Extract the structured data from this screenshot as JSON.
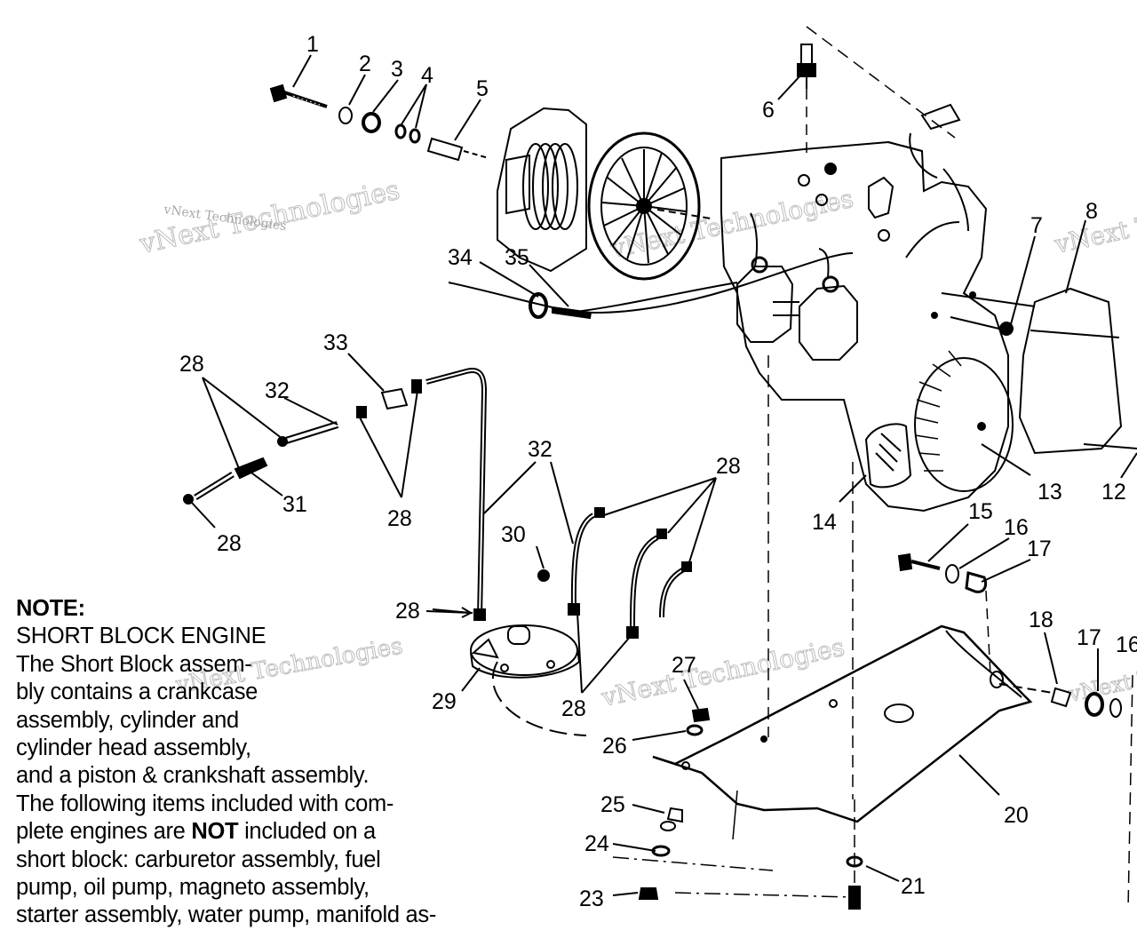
{
  "callouts": [
    {
      "id": "c1",
      "text": "1"
    },
    {
      "id": "c2",
      "text": "2"
    },
    {
      "id": "c3",
      "text": "3"
    },
    {
      "id": "c4",
      "text": "4"
    },
    {
      "id": "c5",
      "text": "5"
    },
    {
      "id": "c6",
      "text": "6"
    },
    {
      "id": "c7",
      "text": "7"
    },
    {
      "id": "c8",
      "text": "8"
    },
    {
      "id": "c12",
      "text": "12"
    },
    {
      "id": "c13",
      "text": "13"
    },
    {
      "id": "c14",
      "text": "14"
    },
    {
      "id": "c15",
      "text": "15"
    },
    {
      "id": "c16a",
      "text": "16"
    },
    {
      "id": "c16b",
      "text": "16"
    },
    {
      "id": "c17a",
      "text": "17"
    },
    {
      "id": "c17b",
      "text": "17"
    },
    {
      "id": "c18",
      "text": "18"
    },
    {
      "id": "c20",
      "text": "20"
    },
    {
      "id": "c21",
      "text": "21"
    },
    {
      "id": "c23",
      "text": "23"
    },
    {
      "id": "c24",
      "text": "24"
    },
    {
      "id": "c25",
      "text": "25"
    },
    {
      "id": "c26",
      "text": "26"
    },
    {
      "id": "c27",
      "text": "27"
    },
    {
      "id": "c28a",
      "text": "28"
    },
    {
      "id": "c28b",
      "text": "28"
    },
    {
      "id": "c28c",
      "text": "28"
    },
    {
      "id": "c28d",
      "text": "28"
    },
    {
      "id": "c28e",
      "text": "28"
    },
    {
      "id": "c28f",
      "text": "28"
    },
    {
      "id": "c29",
      "text": "29"
    },
    {
      "id": "c30",
      "text": "30"
    },
    {
      "id": "c31",
      "text": "31"
    },
    {
      "id": "c32a",
      "text": "32"
    },
    {
      "id": "c32b",
      "text": "32"
    },
    {
      "id": "c33",
      "text": "33"
    },
    {
      "id": "c34",
      "text": "34"
    },
    {
      "id": "c35",
      "text": "35"
    }
  ],
  "watermark": {
    "big": "vNext Technologies",
    "small": "vNext Technologies"
  },
  "note": {
    "heading": "NOTE:",
    "line1": "SHORT BLOCK ENGINE",
    "line2": "The Short Block assem-",
    "line3": "bly contains a crankcase",
    "line4": "assembly, cylinder and",
    "line5": "cylinder head assembly,",
    "line6": "and a piston & crankshaft assembly.",
    "line7": "The following items included with com-",
    "line8_pre": "plete engines are ",
    "line8_bold": "NOT",
    "line8_post": " included on a",
    "line9": "short block:  carburetor assembly, fuel",
    "line10": "pump, oil pump, magneto assembly,",
    "line11": "starter assembly, water pump, manifold as-"
  }
}
